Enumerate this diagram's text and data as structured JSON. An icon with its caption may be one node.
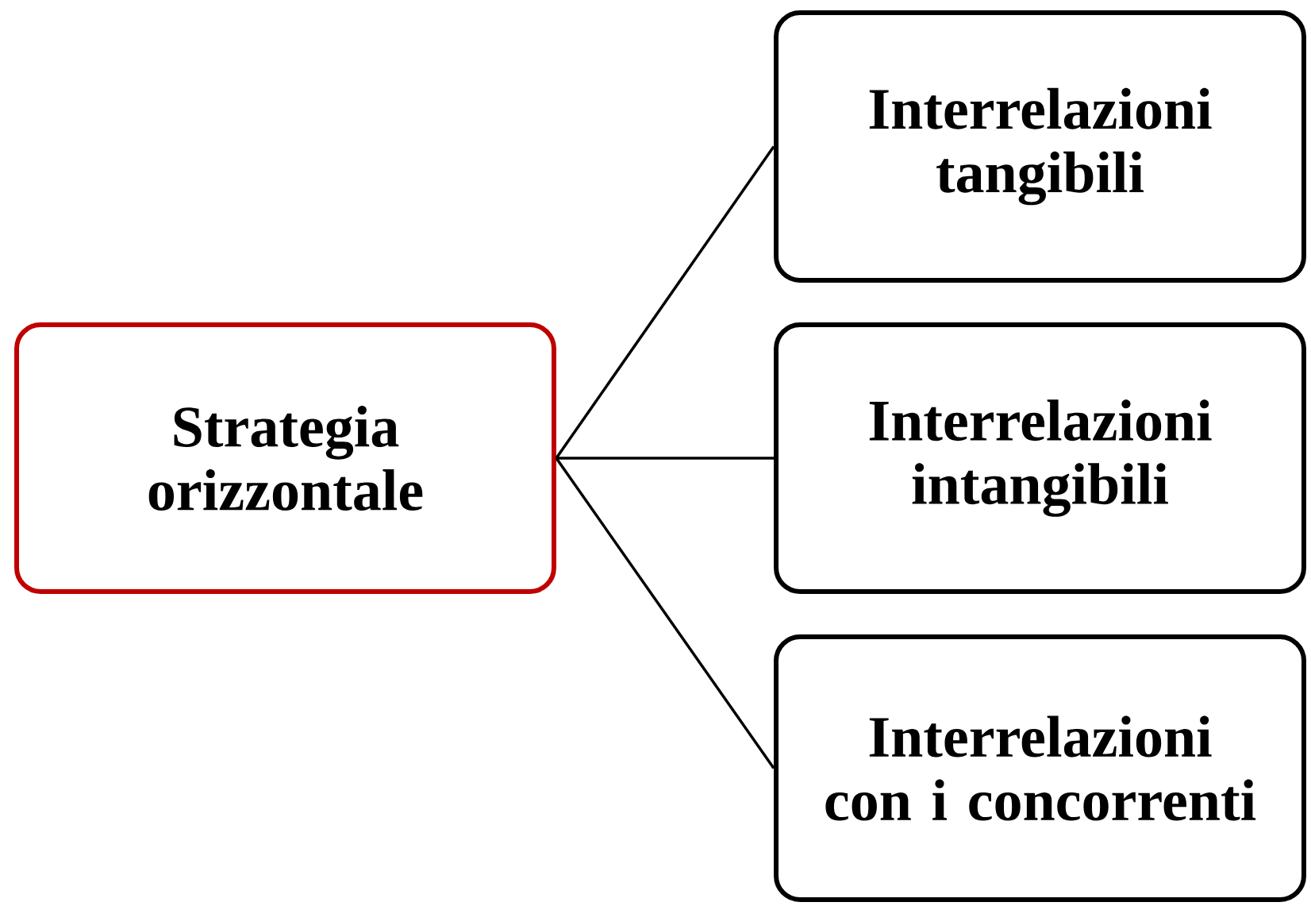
{
  "diagram": {
    "nodes": [
      {
        "text": [
          "Strategia orizzontale"
        ]
      },
      {
        "text": [
          "Interrelazioni tangibili"
        ]
      },
      {
        "text": [
          "Interrelazioni intangibili"
        ]
      },
      {
        "text": [
          "Interrelazioni con i concorrenti"
        ]
      }
    ],
    "edges": [
      {
        "from": 0,
        "to": 1,
        "arrow": "none"
      },
      {
        "from": 0,
        "to": 2,
        "arrow": "none"
      },
      {
        "from": 0,
        "to": 3,
        "arrow": "none"
      }
    ]
  }
}
